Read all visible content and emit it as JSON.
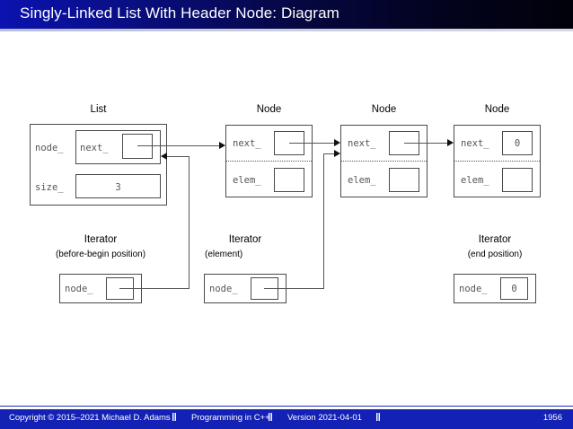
{
  "slide": {
    "title": "Singly-Linked List With Header Node: Diagram",
    "footer": {
      "copyright": "Copyright © 2015–2021 Michael D. Adams",
      "course": "Programming in C++",
      "version": "Version 2021-04-01",
      "separator": "‖",
      "page": "1956"
    }
  },
  "diagram": {
    "list": {
      "caption": "List",
      "fields": {
        "node_label": "node_",
        "next_label": "next_",
        "next_value": "",
        "size_label": "size_",
        "size_value": "3"
      }
    },
    "nodes": [
      {
        "caption": "Node",
        "next_label": "next_",
        "next_value": "",
        "elem_label": "elem_",
        "elem_value": ""
      },
      {
        "caption": "Node",
        "next_label": "next_",
        "next_value": "",
        "elem_label": "elem_",
        "elem_value": ""
      },
      {
        "caption": "Node",
        "next_label": "next_",
        "next_value": "0",
        "elem_label": "elem_",
        "elem_value": ""
      }
    ],
    "iterators": [
      {
        "caption": "Iterator",
        "subcaption": "(before-begin position)",
        "node_label": "node_",
        "node_value": ""
      },
      {
        "caption": "Iterator",
        "subcaption": "(element)",
        "node_label": "node_",
        "node_value": ""
      },
      {
        "caption": "Iterator",
        "subcaption": "(end position)",
        "node_label": "node_",
        "node_value": "0"
      }
    ]
  },
  "colors": {
    "header_start": "#0b12b0",
    "header_end": "#010109",
    "footer_bar": "#1421b5",
    "box_stroke": "#4a4a4a",
    "text_mono": "#555555"
  }
}
